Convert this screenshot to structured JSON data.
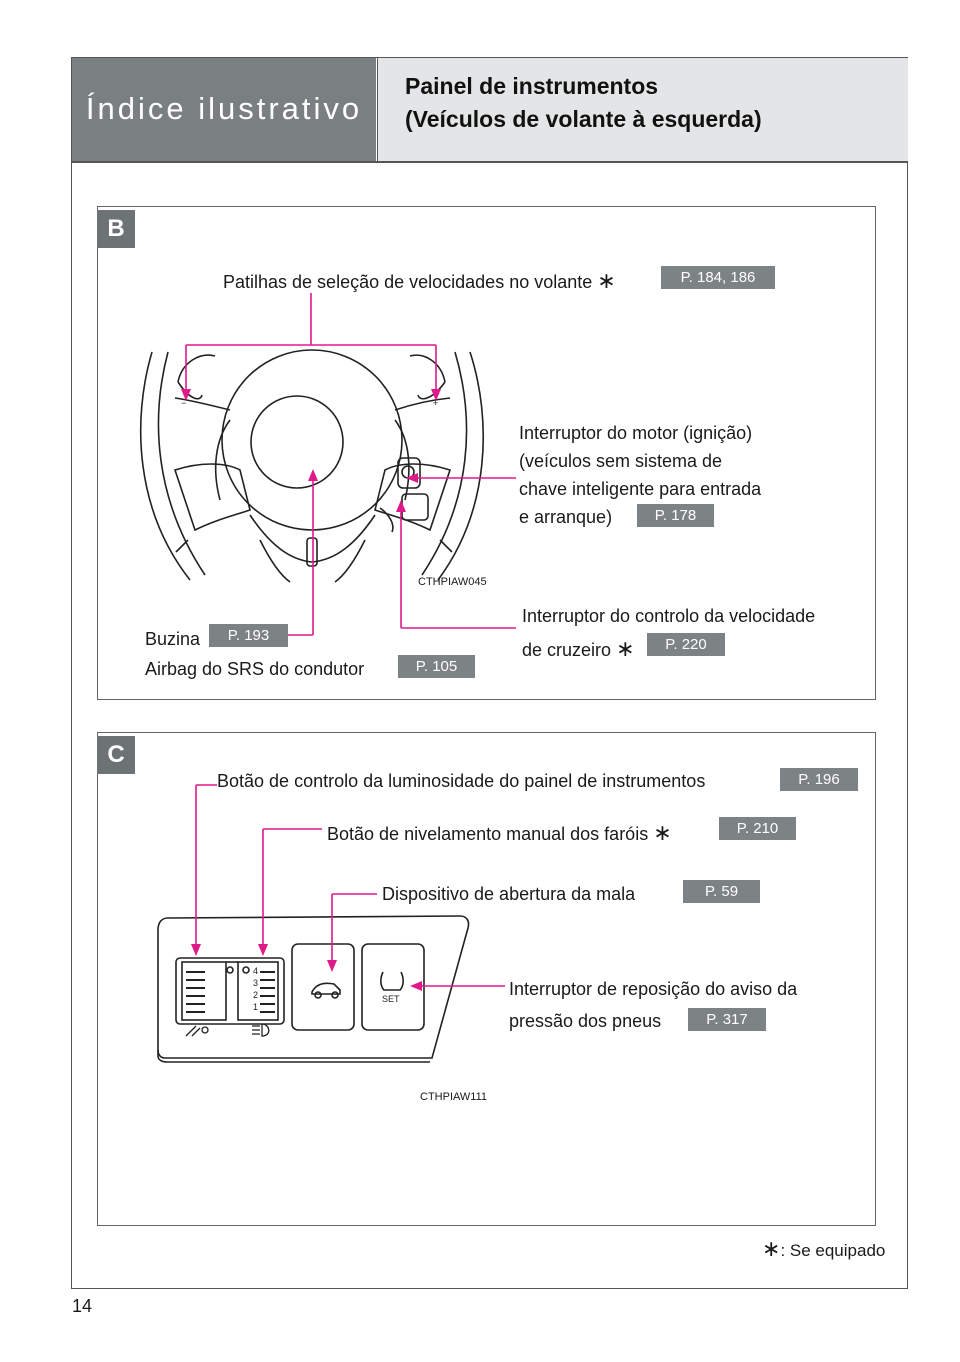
{
  "header": {
    "section": "Índice ilustrativo",
    "title_line1": "Painel de instrumentos",
    "title_line2": "(Veículos de volante à esquerda)"
  },
  "section_b": {
    "tag": "B",
    "paddles": {
      "label": "Patilhas de seleção de velocidades no volante",
      "star": "∗",
      "ref": "P. 184, 186"
    },
    "engine_switch": {
      "line1": "Interruptor do motor (ignição)",
      "line2": "(veículos sem sistema de",
      "line3": "chave inteligente para entrada",
      "line4": "e arranque)",
      "ref": "P. 178"
    },
    "cruise": {
      "line1": "Interruptor do controlo da velocidade",
      "line2": "de cruzeiro",
      "star": "∗",
      "ref": "P. 220"
    },
    "horn": {
      "label": "Buzina",
      "ref": "P. 193"
    },
    "airbag": {
      "label": "Airbag do SRS do condutor",
      "ref": "P. 105"
    },
    "image_code": "CTHPIAW045"
  },
  "section_c": {
    "tag": "C",
    "brightness": {
      "label": "Botão de controlo da luminosidade do painel de instrumentos",
      "ref": "P. 196"
    },
    "leveling": {
      "label": "Botão de nivelamento manual dos faróis",
      "star": "∗",
      "ref": "P. 210"
    },
    "trunk": {
      "label": "Dispositivo de abertura da mala",
      "ref": "P. 59"
    },
    "tire": {
      "line1": "Interruptor de reposição do aviso da",
      "line2": "pressão dos pneus",
      "ref": "P. 317"
    },
    "set_label": "SET",
    "dial_numbers": [
      "4",
      "3",
      "2",
      "1"
    ],
    "image_code": "CTHPIAW111"
  },
  "footnote": {
    "star": "∗",
    "text": ": Se equipado"
  },
  "page_number": "14",
  "colors": {
    "accent_line": "#e0198a",
    "header_dark": "#7a8082",
    "header_light": "#e3e5e6",
    "ref_badge": "#7d8385"
  }
}
